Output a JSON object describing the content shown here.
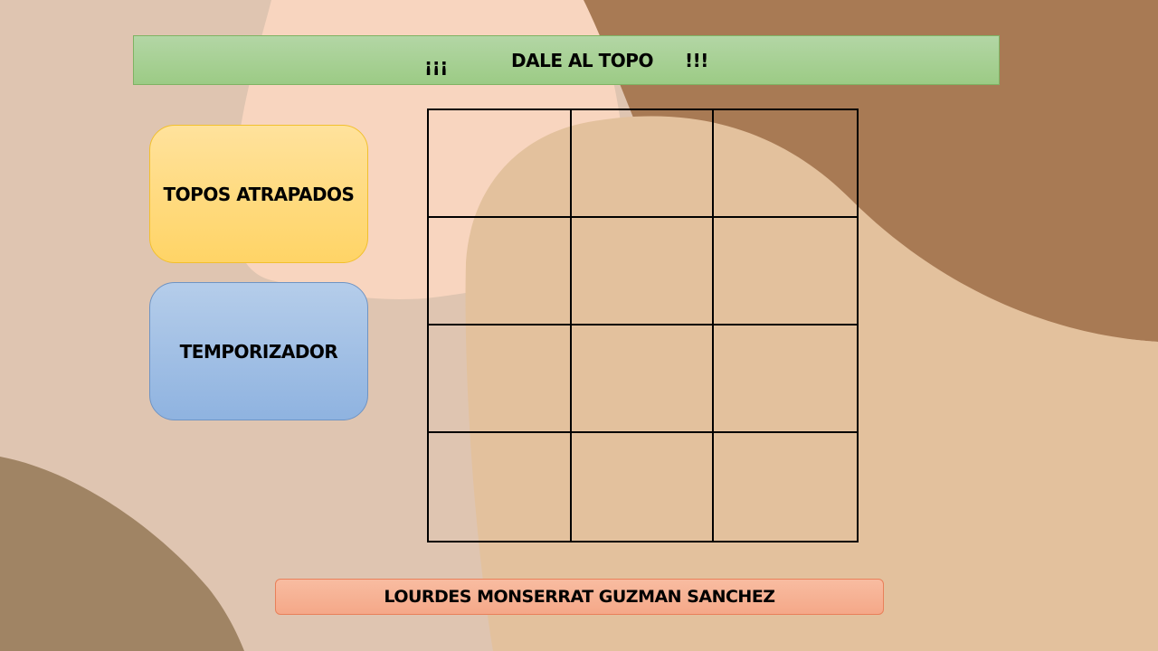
{
  "header": {
    "open_marks": "¡¡¡",
    "title": "DALE AL TOPO",
    "close_marks": "!!!"
  },
  "panels": {
    "score_label": "TOPOS ATRAPADOS",
    "timer_label": "TEMPORIZADOR"
  },
  "board": {
    "rows": 4,
    "columns": 3
  },
  "footer": {
    "author": "LOURDES MONSERRAT GUZMAN SANCHEZ"
  },
  "colors": {
    "background": "#dfc5b1",
    "peach_shape": "#f8d5bf",
    "tan_shape": "#e3c19d",
    "brown_shape": "#a87a54",
    "dark_brown_shape": "#a08464",
    "title_green": "#a8d196",
    "score_yellow": "#ffd97f",
    "timer_blue": "#a2c0e6",
    "footer_salmon": "#f7b295"
  }
}
